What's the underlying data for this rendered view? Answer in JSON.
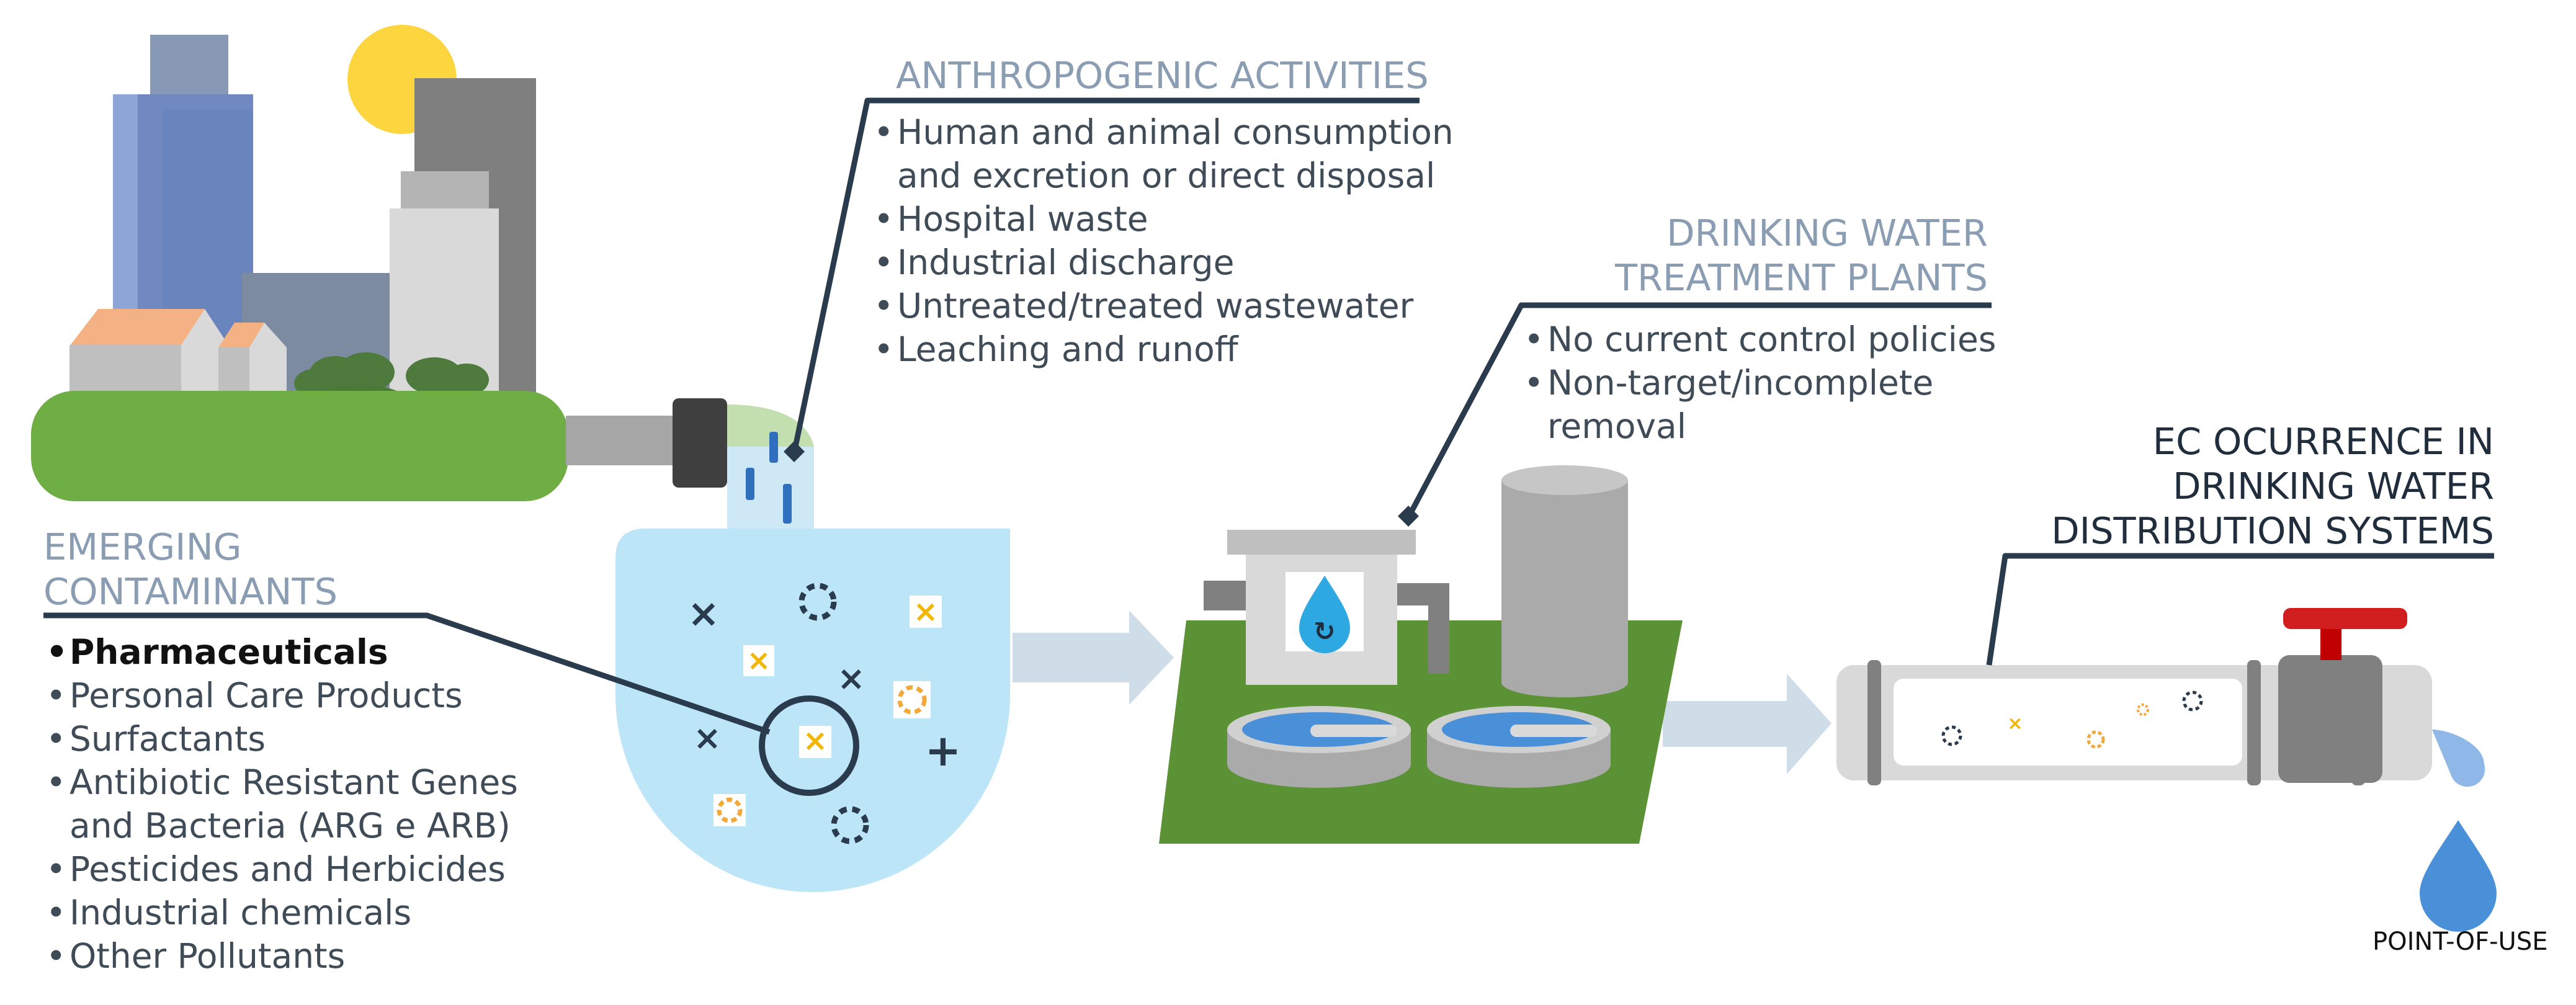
{
  "anthropogenic": {
    "title": "ANTHROPOGENIC ACTIVITIES",
    "items": [
      "Human and animal consumption",
      "and excretion or direct disposal",
      "Hospital waste",
      "Industrial discharge",
      "Untreated/treated wastewater",
      "Leaching and runoff"
    ]
  },
  "treatment": {
    "title_line1": "DRINKING WATER",
    "title_line2": "TREATMENT PLANTS",
    "items": [
      "No current control policies",
      "Non-target/incomplete",
      "removal"
    ]
  },
  "emerging": {
    "title_line1": "EMERGING",
    "title_line2": "CONTAMINANTS",
    "items": [
      "Pharmaceuticals",
      "Personal Care Products",
      "Surfactants",
      "Antibiotic Resistant Genes",
      "and Bacteria (ARG e ARB)",
      "Pesticides and Herbicides",
      "Industrial chemicals",
      "Other Pollutants"
    ]
  },
  "occurrence": {
    "title_line1": "EC OCURRENCE IN",
    "title_line2": "DRINKING WATER",
    "title_line3": "DISTRIBUTION SYSTEMS"
  },
  "point_of_use": "POINT-OF-USE",
  "colors": {
    "heading": "#8a9db3",
    "dark_heading": "#1f2d3d",
    "connector": "#2b3b4e",
    "grass": "#6fae45",
    "plant_ground": "#5c9236",
    "water": "#bde5f8",
    "arrow": "#cfdde8",
    "valve": "#d11f1f",
    "drop": "#4a90d9",
    "sun": "#fcd53f"
  },
  "icons": [
    "cross-icon",
    "dashed-circle-icon",
    "pill-icon",
    "recycle-drop-icon",
    "water-drop-icon"
  ]
}
